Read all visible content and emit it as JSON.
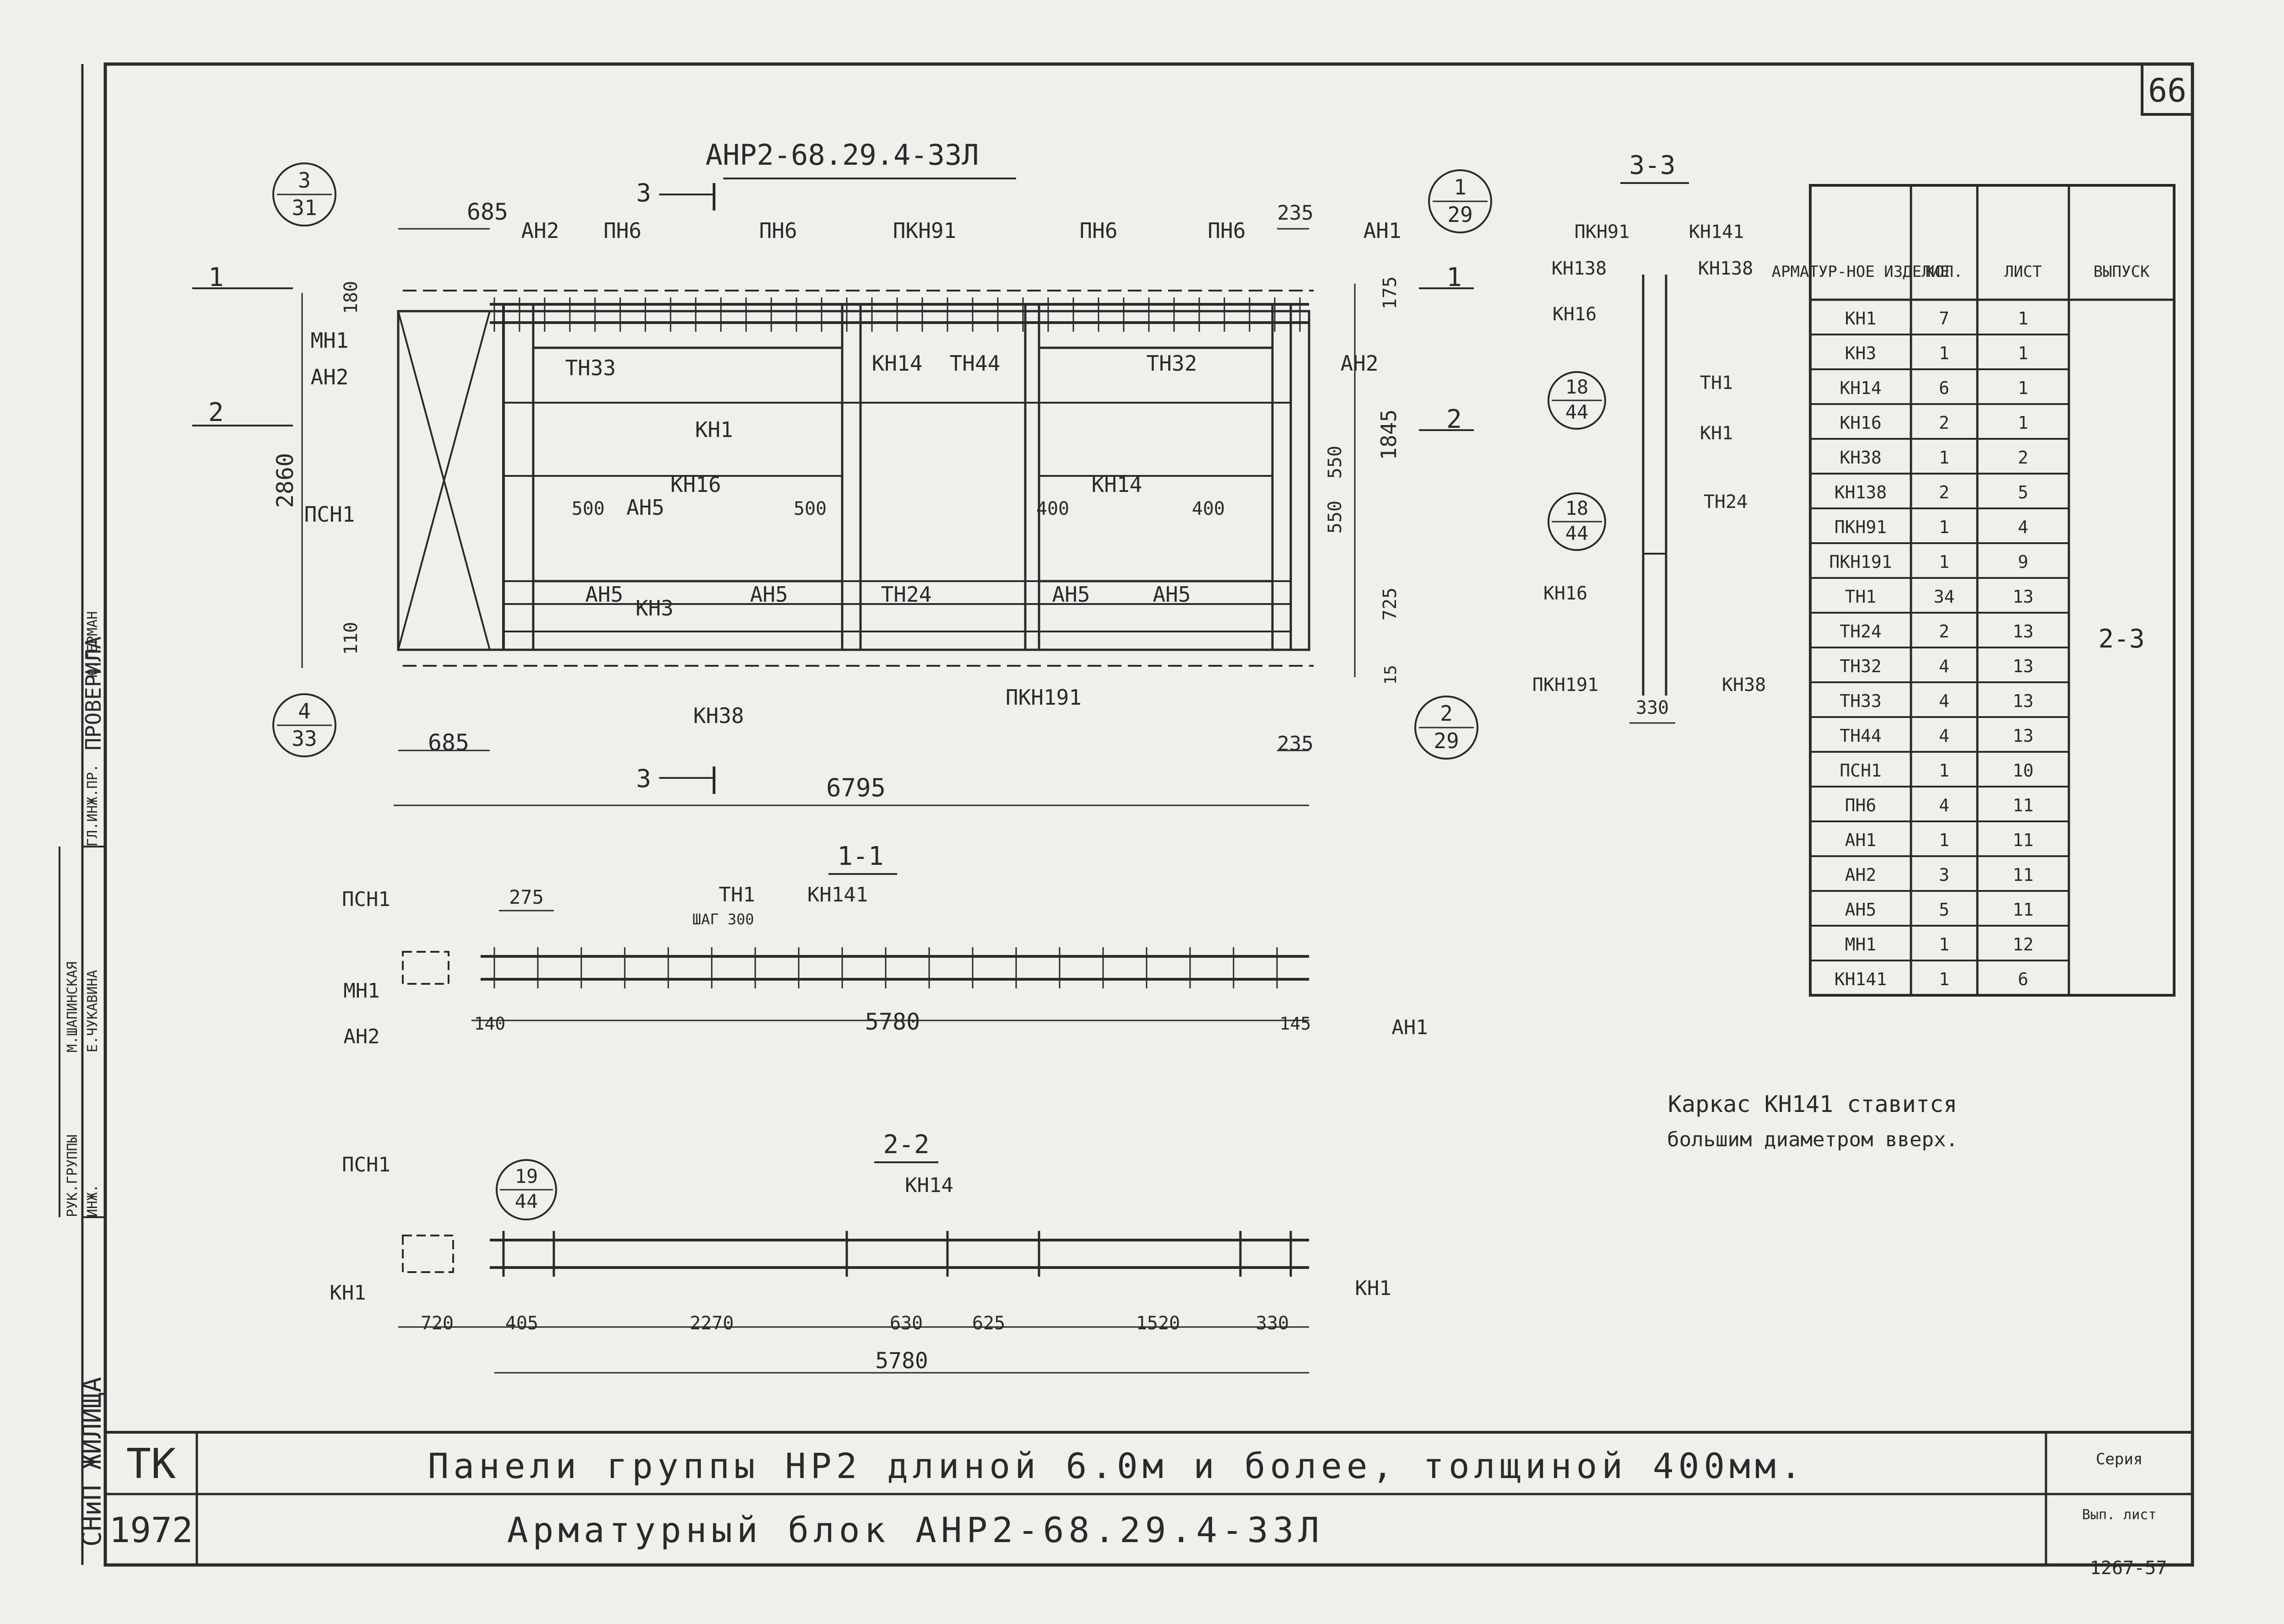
{
  "page_number": "66",
  "main_drawing": {
    "title": "АНР2-68.29.4-33Л",
    "cut_mark": "3",
    "dims_top": [
      "685",
      "235"
    ],
    "dims_bottom": [
      "685",
      "235"
    ],
    "dim_total": "6795",
    "dims_left": [
      "2860",
      "180",
      "110"
    ],
    "dims_right": [
      "175",
      "1845",
      "550",
      "550",
      "725",
      "15"
    ],
    "dims_inner": [
      "500",
      "500",
      "400",
      "400"
    ],
    "section_marks": [
      "1",
      "1",
      "2",
      "2"
    ],
    "callouts": [
      {
        "top": "3",
        "bottom": "31"
      },
      {
        "top": "1",
        "bottom": "29"
      },
      {
        "top": "4",
        "bottom": "33"
      },
      {
        "top": "2",
        "bottom": "29"
      }
    ],
    "labels": [
      "АН2",
      "ПН6",
      "ПН6",
      "ПКН91",
      "ПН6",
      "ПН6",
      "АН1",
      "МН1",
      "АН2",
      "ПСН1",
      "ТН33",
      "КН14",
      "ТН44",
      "ТН32",
      "АН2",
      "КН1",
      "КН16",
      "АН5",
      "КН14",
      "АН5",
      "КН3",
      "АН5",
      "ТН24",
      "АН5",
      "АН5",
      "КН38",
      "ПКН191"
    ]
  },
  "section_3_3": {
    "title": "3-3",
    "dim": "330",
    "callouts": [
      {
        "top": "18",
        "bottom": "44"
      },
      {
        "top": "18",
        "bottom": "44"
      }
    ],
    "labels": [
      "ПКН91",
      "КН141",
      "КН138",
      "КН138",
      "КН16",
      "ТН1",
      "КН1",
      "ТН24",
      "КН16",
      "ПКН191",
      "КН38"
    ]
  },
  "section_1_1": {
    "title": "1-1",
    "dims": [
      "275",
      "140",
      "5780",
      "145"
    ],
    "labels": [
      "ПСН1",
      "ТН1",
      "ШАГ 300",
      "КН141",
      "МН1",
      "АН2",
      "АН1"
    ]
  },
  "section_2_2": {
    "title": "2-2",
    "subtitle": "КН14",
    "callout": {
      "top": "19",
      "bottom": "44"
    },
    "dims": [
      "720",
      "405",
      "2270",
      "630",
      "625",
      "1520",
      "330"
    ],
    "dim_total": "5780",
    "labels": [
      "ПСН1",
      "КН1",
      "КН1"
    ]
  },
  "spec_table": {
    "headers": [
      "АРМАТУР-НОЕ ИЗДЕЛИЕ",
      "КОЛ.",
      "ЛИСТ",
      "ВЫПУСК"
    ],
    "rows": [
      [
        "КН1",
        "7",
        "1"
      ],
      [
        "КН3",
        "1",
        "1"
      ],
      [
        "КН14",
        "6",
        "1"
      ],
      [
        "КН16",
        "2",
        "1"
      ],
      [
        "КН38",
        "1",
        "2"
      ],
      [
        "КН138",
        "2",
        "5"
      ],
      [
        "ПКН91",
        "1",
        "4"
      ],
      [
        "ПКН191",
        "1",
        "9"
      ],
      [
        "ТН1",
        "34",
        "13"
      ],
      [
        "ТН24",
        "2",
        "13"
      ],
      [
        "ТН32",
        "4",
        "13"
      ],
      [
        "ТН33",
        "4",
        "13"
      ],
      [
        "ТН44",
        "4",
        "13"
      ],
      [
        "ПСН1",
        "1",
        "10"
      ],
      [
        "ПН6",
        "4",
        "11"
      ],
      [
        "АН1",
        "1",
        "11"
      ],
      [
        "АН2",
        "3",
        "11"
      ],
      [
        "АН5",
        "5",
        "11"
      ],
      [
        "МН1",
        "1",
        "12"
      ],
      [
        "КН141",
        "1",
        "6"
      ]
    ],
    "issue": "2-3"
  },
  "note": [
    "Каркас КН141 ставится",
    "большим диаметром вверх."
  ],
  "title_block": {
    "org": "ТК",
    "year": "1972",
    "line1": "Панели группы НР2 длиной 6.0м и более, толщиной 400мм.",
    "line2": "Арматурный блок АНР2-68.29.4-33Л",
    "series_label": "Серия",
    "issue_label": "Вып. лист",
    "sheet_code": "1267-57"
  },
  "sidebar": {
    "vertical_title": "ПРОВЕРИЛА",
    "col_roles": [
      "РУК.ГРУППЫ",
      "ИНЖ.",
      "ГЛ.ИНЖ.ПР."
    ],
    "names": [
      "М.ШАПИНСКАЯ",
      "Е.ЧУКАВИНА",
      "Ю.ГЕРМАН"
    ],
    "bottom_text": "СНиП ЖИЛИЩА"
  }
}
